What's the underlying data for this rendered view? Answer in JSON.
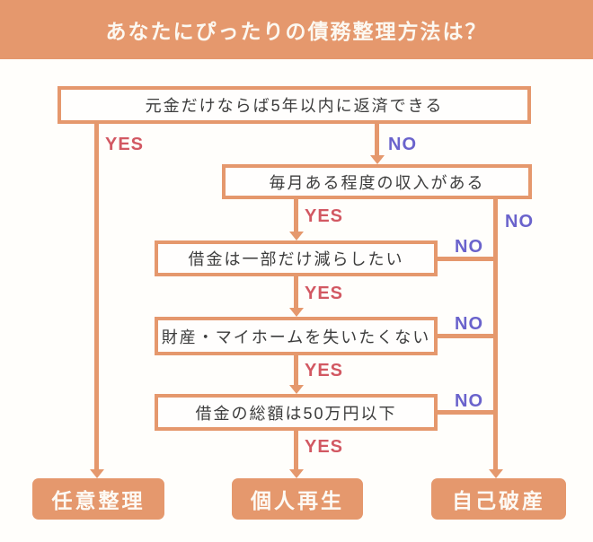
{
  "colors": {
    "salmon": "#e5986d",
    "yes-red": "#d25862",
    "no-purple": "#6a63cc",
    "box-text": "#3c3c3c",
    "bg": "#fffefb",
    "header-text": "#fcf8f1"
  },
  "header": {
    "title": "あなたにぴったりの債務整理方法は？"
  },
  "labels": {
    "yes": "YES",
    "no": "NO"
  },
  "questions": [
    {
      "text": "元金だけならば5年以内に返済できる"
    },
    {
      "text": "毎月ある程度の収入がある"
    },
    {
      "text": "借金は一部だけ減らしたい"
    },
    {
      "text": "財産・マイホームを失いたくない"
    },
    {
      "text": "借金の総額は50万円以下"
    }
  ],
  "results": [
    {
      "text": "任意整理"
    },
    {
      "text": "個人再生"
    },
    {
      "text": "自己破産"
    }
  ]
}
